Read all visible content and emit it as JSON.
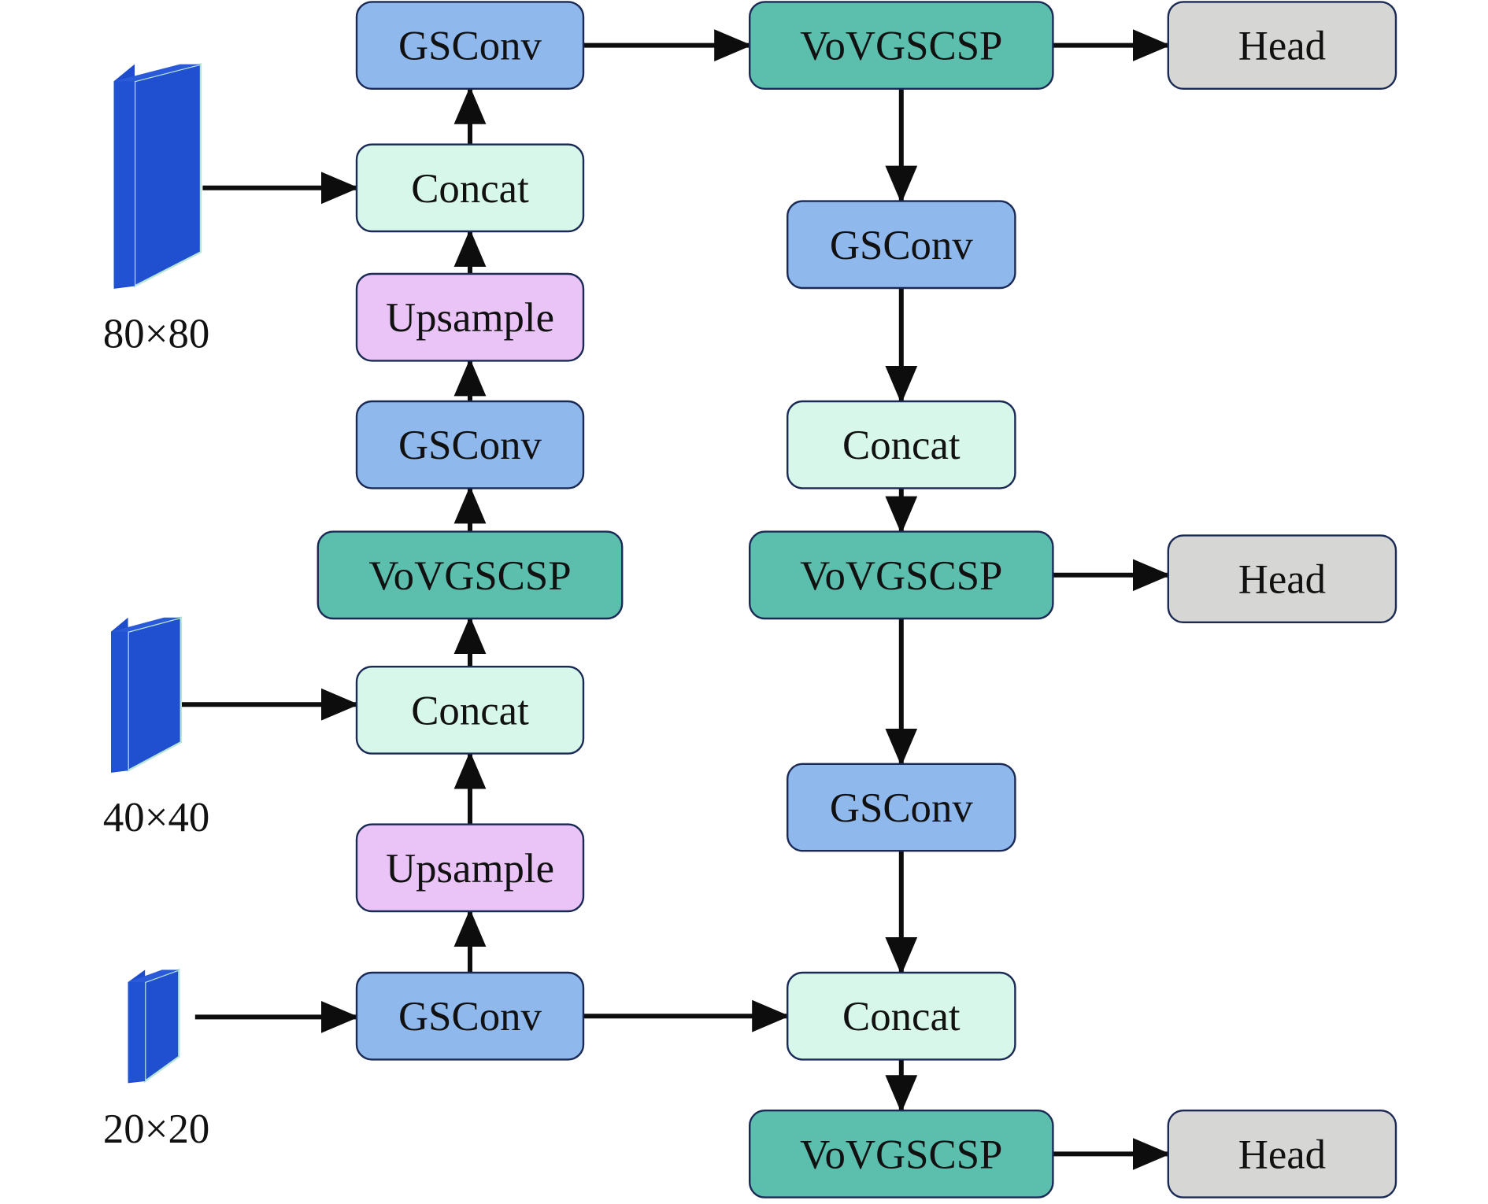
{
  "diagram": {
    "title": "",
    "colors": {
      "GSConv": "#8fb8ec",
      "Concat": "#d6f7e9",
      "Upsample": "#ebc4f7",
      "VoVGSCSP": "#5cbfae",
      "Head": "#d6d7d4",
      "feature_map": "#2050d0",
      "border": "#1a2a55",
      "arrow": "#0d0d0d"
    },
    "feature_maps": [
      {
        "id": "fm80",
        "label": "80×80"
      },
      {
        "id": "fm40",
        "label": "40×40"
      },
      {
        "id": "fm20",
        "label": "20×20"
      }
    ],
    "nodes": [
      {
        "id": "l_gsconv_top",
        "type": "GSConv",
        "label": "GSConv"
      },
      {
        "id": "l_concat_top",
        "type": "Concat",
        "label": "Concat"
      },
      {
        "id": "l_upsample_top",
        "type": "Upsample",
        "label": "Upsample"
      },
      {
        "id": "l_gsconv_mid",
        "type": "GSConv",
        "label": "GSConv"
      },
      {
        "id": "l_vovgscsp",
        "type": "VoVGSCSP",
        "label": "VoVGSCSP"
      },
      {
        "id": "l_concat_mid",
        "type": "Concat",
        "label": "Concat"
      },
      {
        "id": "l_upsample_bot",
        "type": "Upsample",
        "label": "Upsample"
      },
      {
        "id": "l_gsconv_bot",
        "type": "GSConv",
        "label": "GSConv"
      },
      {
        "id": "r_vovgscsp_top",
        "type": "VoVGSCSP",
        "label": "VoVGSCSP"
      },
      {
        "id": "r_gsconv_top",
        "type": "GSConv",
        "label": "GSConv"
      },
      {
        "id": "r_concat_top",
        "type": "Concat",
        "label": "Concat"
      },
      {
        "id": "r_vovgscsp_mid",
        "type": "VoVGSCSP",
        "label": "VoVGSCSP"
      },
      {
        "id": "r_gsconv_bot",
        "type": "GSConv",
        "label": "GSConv"
      },
      {
        "id": "r_concat_bot",
        "type": "Concat",
        "label": "Concat"
      },
      {
        "id": "r_vovgscsp_bot",
        "type": "VoVGSCSP",
        "label": "VoVGSCSP"
      },
      {
        "id": "head_top",
        "type": "Head",
        "label": "Head"
      },
      {
        "id": "head_mid",
        "type": "Head",
        "label": "Head"
      },
      {
        "id": "head_bot",
        "type": "Head",
        "label": "Head"
      }
    ],
    "edges": [
      [
        "fm80",
        "l_concat_top"
      ],
      [
        "fm40",
        "l_concat_mid"
      ],
      [
        "fm20",
        "l_gsconv_bot"
      ],
      [
        "l_gsconv_bot",
        "l_upsample_bot"
      ],
      [
        "l_upsample_bot",
        "l_concat_mid"
      ],
      [
        "l_concat_mid",
        "l_vovgscsp"
      ],
      [
        "l_vovgscsp",
        "l_gsconv_mid"
      ],
      [
        "l_gsconv_mid",
        "l_upsample_top"
      ],
      [
        "l_upsample_top",
        "l_concat_top"
      ],
      [
        "l_concat_top",
        "l_gsconv_top"
      ],
      [
        "l_gsconv_top",
        "r_vovgscsp_top"
      ],
      [
        "r_vovgscsp_top",
        "head_top"
      ],
      [
        "r_vovgscsp_top",
        "r_gsconv_top"
      ],
      [
        "r_gsconv_top",
        "r_concat_top"
      ],
      [
        "r_concat_top",
        "r_vovgscsp_mid"
      ],
      [
        "r_vovgscsp_mid",
        "head_mid"
      ],
      [
        "r_vovgscsp_mid",
        "r_gsconv_bot"
      ],
      [
        "r_gsconv_bot",
        "r_concat_bot"
      ],
      [
        "l_gsconv_bot",
        "r_concat_bot"
      ],
      [
        "r_concat_bot",
        "r_vovgscsp_bot"
      ],
      [
        "r_vovgscsp_bot",
        "head_bot"
      ]
    ]
  }
}
